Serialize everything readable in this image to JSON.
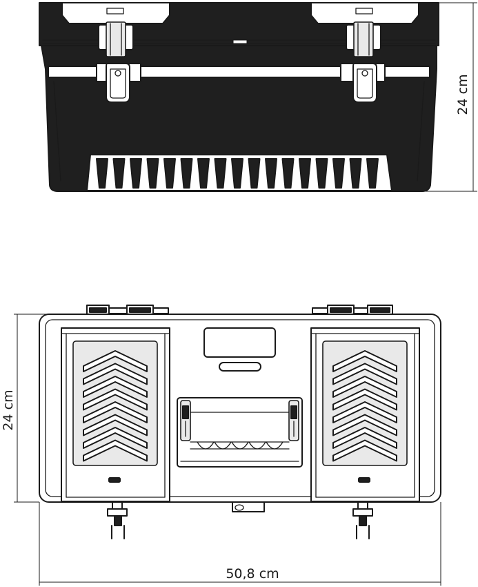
{
  "drawing": {
    "front_view": {
      "height_label": "24 cm"
    },
    "top_view": {
      "height_label": "24 cm",
      "width_label": "50,8 cm"
    }
  }
}
